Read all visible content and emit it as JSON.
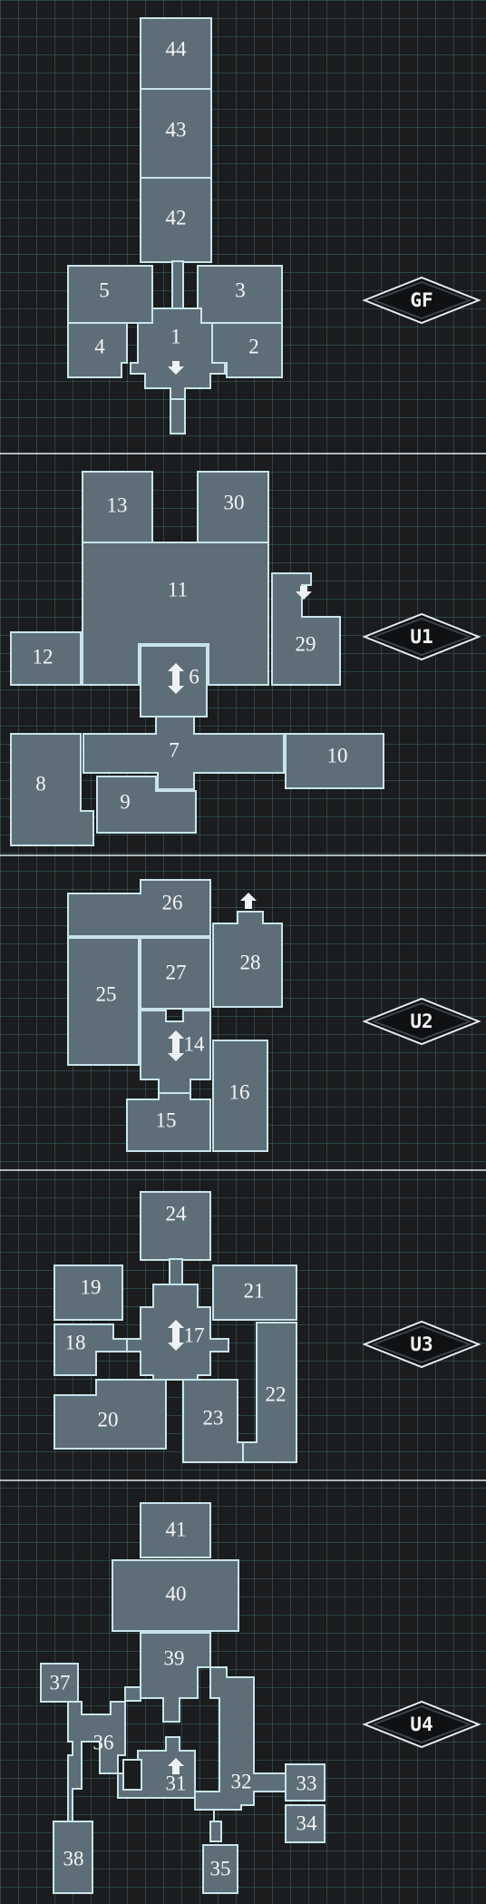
{
  "floors": [
    {
      "id": "gf",
      "badge": "GF",
      "rooms": [
        "44",
        "43",
        "42",
        "5",
        "3",
        "1",
        "4",
        "2"
      ]
    },
    {
      "id": "u1",
      "badge": "U1",
      "rooms": [
        "13",
        "30",
        "11",
        "29",
        "12",
        "6",
        "7",
        "10",
        "8",
        "9"
      ]
    },
    {
      "id": "u2",
      "badge": "U2",
      "rooms": [
        "26",
        "25",
        "27",
        "28",
        "14",
        "16",
        "15"
      ]
    },
    {
      "id": "u3",
      "badge": "U3",
      "rooms": [
        "24",
        "19",
        "21",
        "18",
        "17",
        "22",
        "20",
        "23"
      ]
    },
    {
      "id": "u4",
      "badge": "U4",
      "rooms": [
        "41",
        "40",
        "39",
        "37",
        "36",
        "31",
        "32",
        "33",
        "34",
        "38",
        "35"
      ]
    }
  ],
  "rooms": {
    "1": "1",
    "2": "2",
    "3": "3",
    "4": "4",
    "5": "5",
    "6": "6",
    "7": "7",
    "8": "8",
    "9": "9",
    "10": "10",
    "11": "11",
    "12": "12",
    "13": "13",
    "14": "14",
    "15": "15",
    "16": "16",
    "17": "17",
    "18": "18",
    "19": "19",
    "20": "20",
    "21": "21",
    "22": "22",
    "23": "23",
    "24": "24",
    "25": "25",
    "26": "26",
    "27": "27",
    "28": "28",
    "29": "29",
    "30": "30",
    "31": "31",
    "32": "32",
    "33": "33",
    "34": "34",
    "35": "35",
    "36": "36",
    "37": "37",
    "38": "38",
    "39": "39",
    "40": "40",
    "41": "41",
    "42": "42",
    "43": "43",
    "44": "44"
  },
  "badges": {
    "gf": "GF",
    "u1": "U1",
    "u2": "U2",
    "u3": "U3",
    "u4": "U4"
  },
  "colors": {
    "background": "#1b1c1d",
    "grid": "#468c96",
    "room_fill": "#5e6e78",
    "room_border": "#c8e4ea",
    "label": "#f4f7f8"
  },
  "stair_icons": [
    "arrow-down-icon",
    "arrow-down-icon",
    "arrow-updown-icon",
    "arrow-up-icon",
    "arrow-updown-icon",
    "arrow-updown-icon",
    "arrow-up-icon"
  ]
}
